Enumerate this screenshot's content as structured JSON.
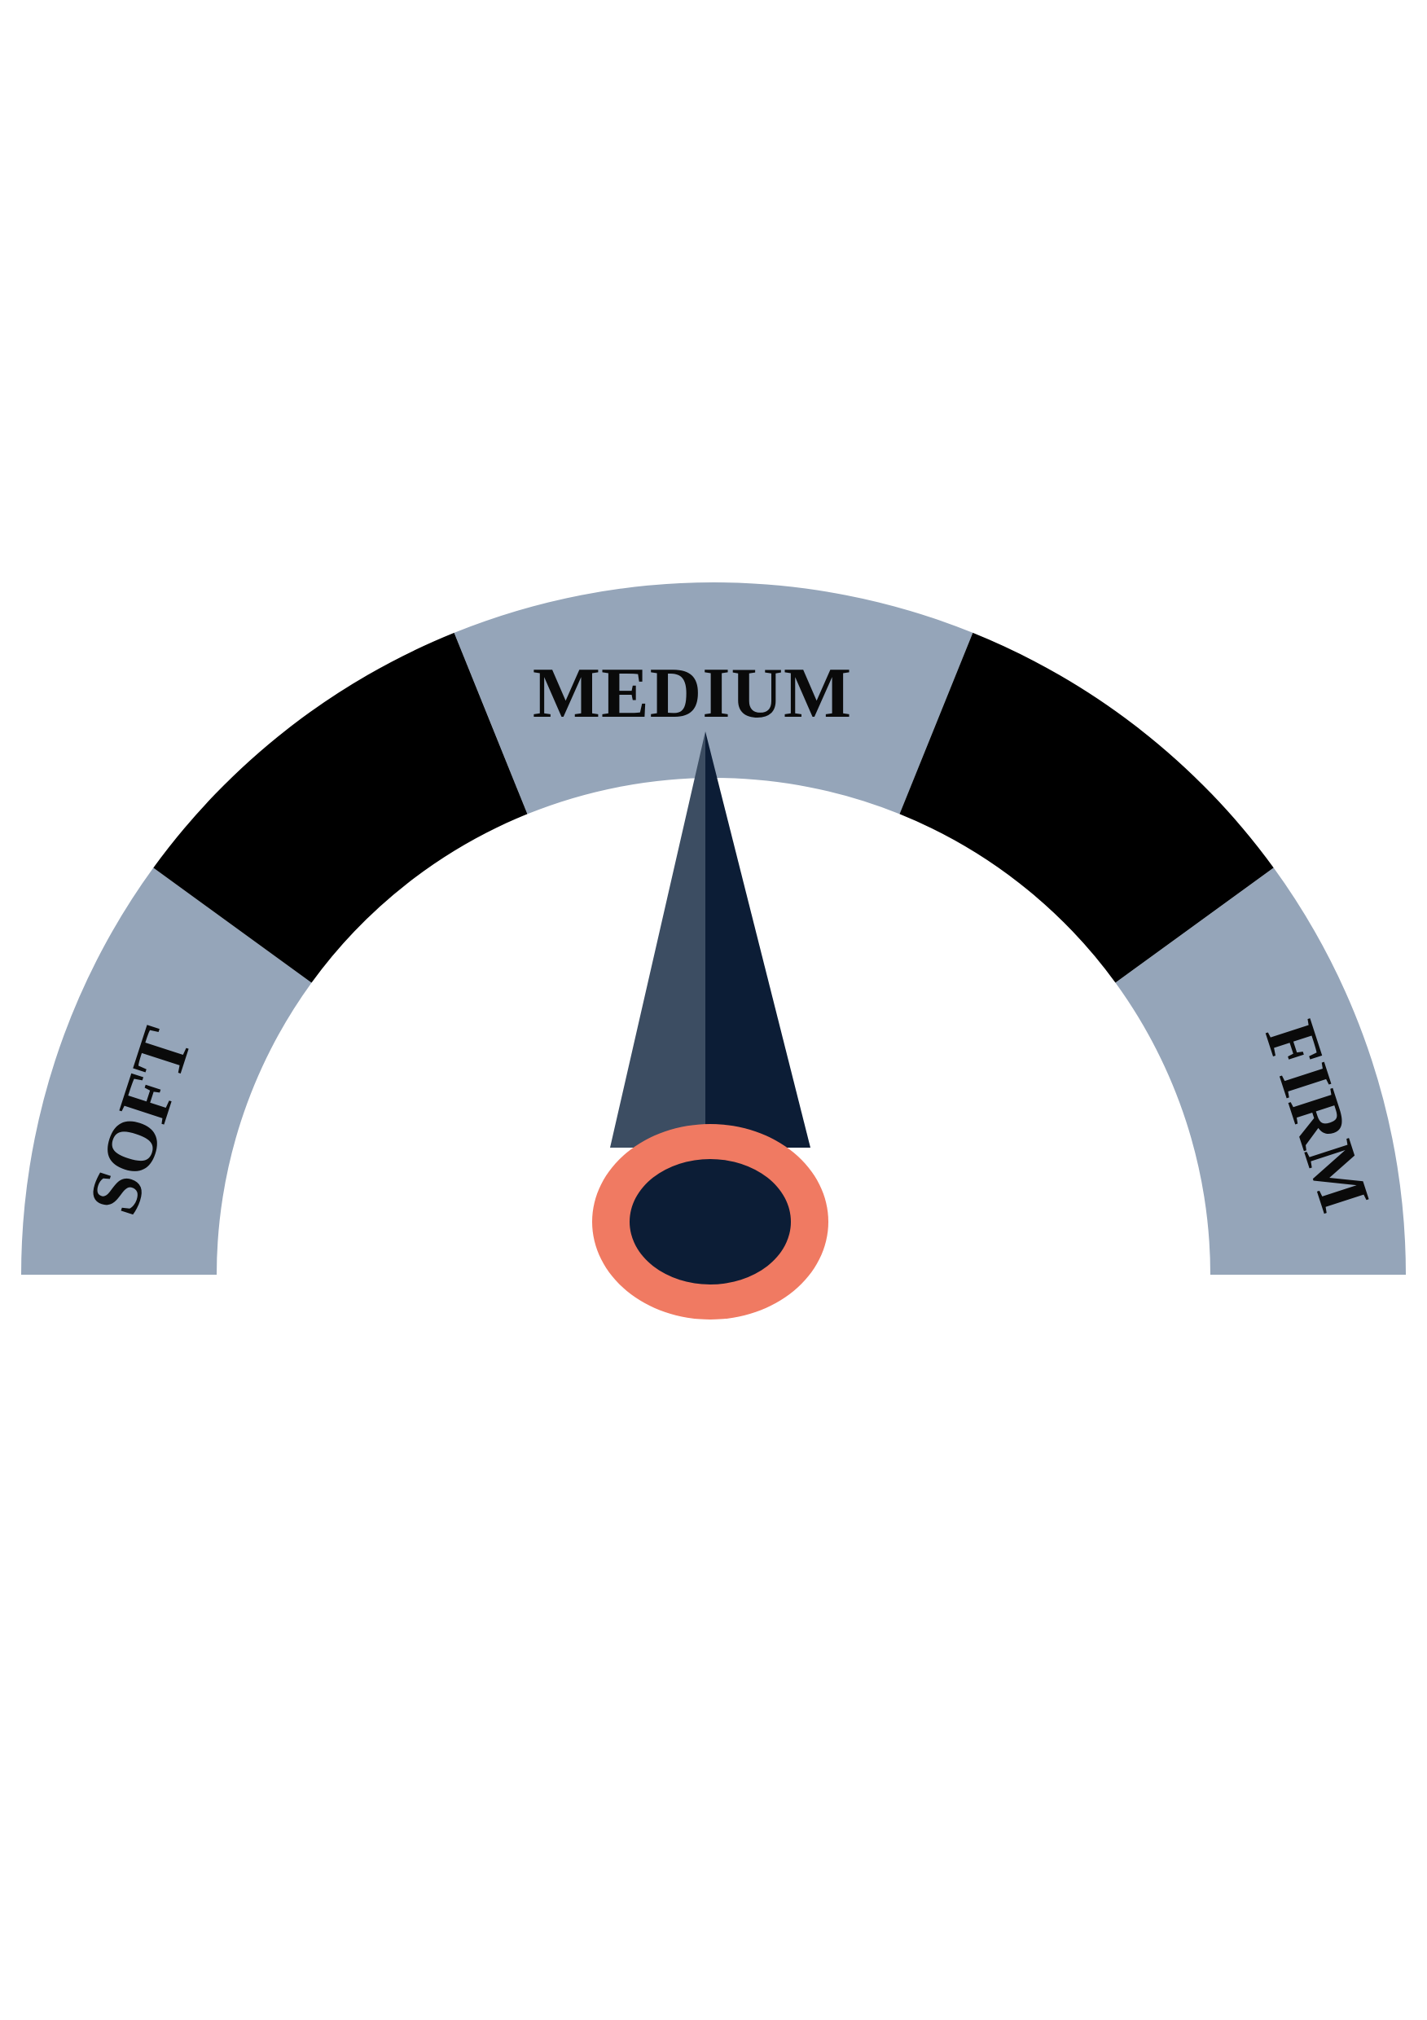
{
  "gauge": {
    "labels": {
      "soft": "SOFT",
      "medium": "MEDIUM",
      "firm": "FIRM"
    },
    "segments": [
      "soft",
      "soft-medium",
      "medium",
      "medium-firm",
      "firm"
    ],
    "indicated_level": "MEDIUM",
    "indicated_fraction": 0.5
  },
  "colors": {
    "band_light": "#95a5b9",
    "band_dark": "#000000",
    "needle_left": "#3c4d62",
    "needle_right": "#0c1d36",
    "hub_ring": "#f07a62",
    "hub_center": "#0c1d36",
    "background": "#ffffff"
  }
}
